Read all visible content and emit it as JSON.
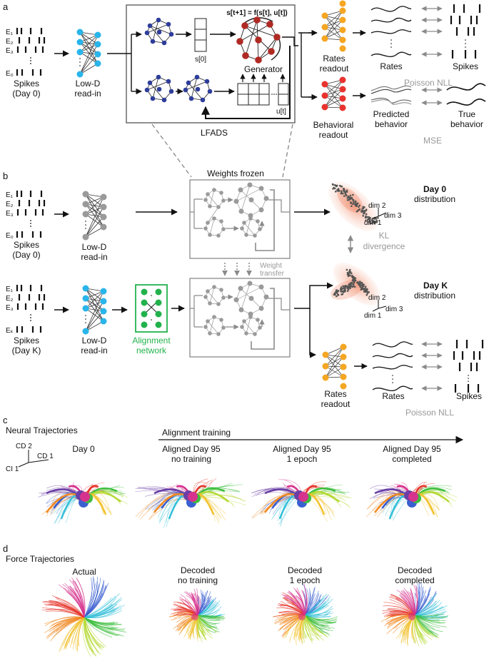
{
  "panels": {
    "a": "a",
    "b": "b",
    "c": "c",
    "d": "d"
  },
  "a": {
    "channels": [
      "E₁",
      "E₂",
      "E₃",
      "E₀"
    ],
    "spikes_label": [
      "Spikes",
      "(Day 0)"
    ],
    "readin_label": [
      "Low-D",
      "read-in"
    ],
    "s0_label": "s[0]",
    "generator_eq": "s[t+1] = f(s[t], u[t])",
    "generator_label": "Generator",
    "u_label": "u[t]",
    "lfads_label": "LFADS",
    "rates_readout": [
      "Rates",
      "readout"
    ],
    "behavioral_readout": [
      "Behavioral",
      "readout"
    ],
    "rates": "Rates",
    "spikes": "Spikes",
    "poisson_nll": "Poisson NLL",
    "predicted_behavior": [
      "Predicted",
      "behavior"
    ],
    "true_behavior": [
      "True",
      "behavior"
    ],
    "mse": "MSE"
  },
  "b": {
    "channels_top": [
      "E₁",
      "E₂",
      "E₃",
      "E₀"
    ],
    "channels_bottom": [
      "E₁",
      "E₂",
      "E₃",
      "Eₖ"
    ],
    "spikes_day0": [
      "Spikes",
      "(Day 0)"
    ],
    "spikes_dayk": [
      "Spikes",
      "(Day K)"
    ],
    "readin_label": [
      "Low-D",
      "read-in"
    ],
    "weights_frozen": "Weights frozen",
    "weight_transfer": [
      "Weight",
      "transfer"
    ],
    "alignment_network": [
      "Alignment",
      "network"
    ],
    "day0_distribution": [
      "Day 0",
      "distribution"
    ],
    "dayk_distribution": [
      "Day K",
      "distribution"
    ],
    "dims": [
      "dim 2",
      "dim 3",
      "dim 1"
    ],
    "kl": [
      "KL",
      "divergence"
    ],
    "rates_readout": [
      "Rates",
      "readout"
    ],
    "rates": "Rates",
    "spikes": "Spikes",
    "poisson_nll": "Poisson NLL"
  },
  "c": {
    "title": "Neural Trajectories",
    "axes": [
      "CD 2",
      "CD 1",
      "CI 1"
    ],
    "alignment_training": "Alignment training",
    "columns": [
      [
        "Day 0"
      ],
      [
        "Aligned Day 95",
        "no training"
      ],
      [
        "Aligned Day 95",
        "1 epoch"
      ],
      [
        "Aligned Day 95",
        "completed"
      ]
    ]
  },
  "d": {
    "title": "Force Trajectories",
    "columns": [
      [
        "Actual"
      ],
      [
        "Decoded",
        "no training"
      ],
      [
        "Decoded",
        "1 epoch"
      ],
      [
        "Decoded",
        "completed"
      ]
    ]
  },
  "colors": {
    "readin_blue": "#29b5ea",
    "lfads_blue": "#2e3d9a",
    "generator_red": "#b02a24",
    "readout_orange": "#f5a623",
    "behavior_red": "#e8332f",
    "frozen_gray": "#9a9a9a",
    "alignment_green": "#22b24c",
    "dist_orange": "#f5a08a",
    "traj": [
      "#6a3fa5",
      "#3a5fd0",
      "#35c0d8",
      "#3fbf3f",
      "#b5d935",
      "#f2c230",
      "#f08a24",
      "#e5352b",
      "#d6338e"
    ]
  }
}
